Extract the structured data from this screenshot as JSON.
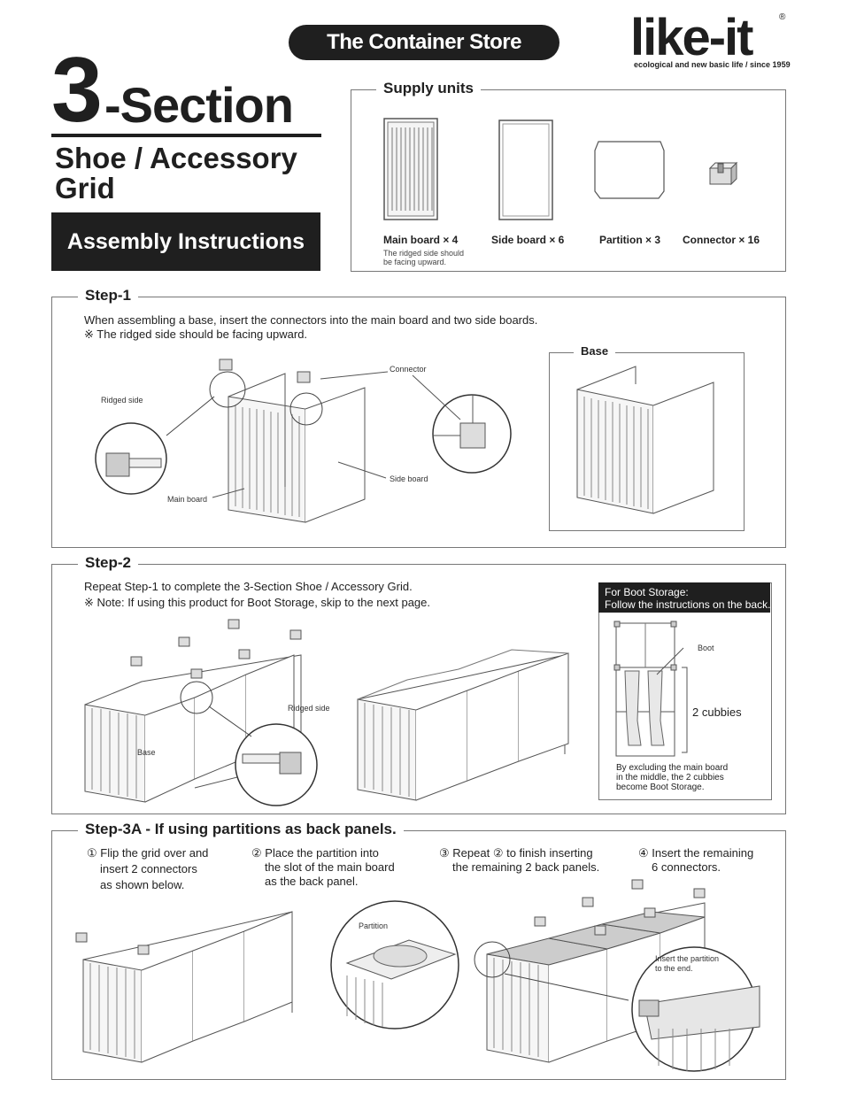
{
  "header": {
    "store_name": "The Container Store",
    "brand": "like-it",
    "brand_tagline": "ecological and new basic life / since 1959",
    "registered_mark": "®"
  },
  "title": {
    "number": "3",
    "section": "-Section",
    "subtitle": "Shoe / Accessory Grid",
    "banner": "Assembly Instructions"
  },
  "supply": {
    "heading": "Supply units",
    "items": [
      {
        "label": "Main board × 4",
        "note": "The ridged side should be facing upward."
      },
      {
        "label": "Side board × 6",
        "note": ""
      },
      {
        "label": "Partition × 3",
        "note": ""
      },
      {
        "label": "Connector × 16",
        "note": ""
      }
    ]
  },
  "step1": {
    "heading": "Step-1",
    "line1": "When assembling a base, insert the connectors into the main board and two side boards.",
    "line2": "※ The ridged side should be facing upward.",
    "callouts": {
      "connector": "Connector",
      "ridged_side": "Ridged side",
      "main_board": "Main board",
      "side_board": "Side board"
    },
    "base_heading": "Base"
  },
  "step2": {
    "heading": "Step-2",
    "line1": "Repeat Step-1 to complete the 3-Section Shoe / Accessory Grid.",
    "line2": "※  Note: If using this product for Boot Storage, skip to the next page.",
    "callouts": {
      "ridged_side": "Ridged side",
      "base": "Base"
    },
    "boot": {
      "header_line1": "For Boot Storage:",
      "header_line2": "Follow the instructions on the back.",
      "boot_label": "Boot",
      "cubbies_label": "2 cubbies",
      "caption_line1": "By excluding the main board",
      "caption_line2": "in the middle, the 2 cubbies",
      "caption_line3": "become Boot Storage."
    }
  },
  "step3a": {
    "heading": "Step-3A - If using partitions as back panels.",
    "instructions": [
      {
        "num": "①",
        "line1": "Flip the grid over and",
        "line2": "insert 2 connectors",
        "line3": "as shown below."
      },
      {
        "num": "②",
        "line1": "Place the partition into",
        "line2": "the slot of the main board",
        "line3": "as the back panel."
      },
      {
        "num": "③",
        "line1": "Repeat ② to finish inserting",
        "line2": "the remaining 2 back panels.",
        "line3": ""
      },
      {
        "num": "④",
        "line1": "Insert the remaining",
        "line2": "6 connectors.",
        "line3": ""
      }
    ],
    "callouts": {
      "partition": "Partition",
      "insert_line1": "Insert the partition",
      "insert_line2": "to the end."
    }
  }
}
